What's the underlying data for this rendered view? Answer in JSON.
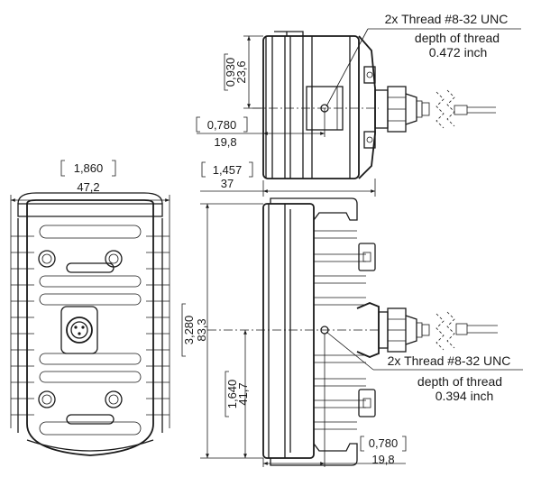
{
  "top_view": {
    "height_in": "0,930",
    "height_mm": "23,6",
    "offset_in": "0,780",
    "offset_mm": "19,8",
    "depth_in": "1,457",
    "depth_mm": "37",
    "note": {
      "line1": "2x Thread #8-32 UNC",
      "line2": "depth of thread",
      "line3": "0.472 inch"
    }
  },
  "front_view": {
    "width_in": "1,860",
    "width_mm": "47,2"
  },
  "side_view": {
    "height_in": "3,280",
    "height_mm": "83,3",
    "half_in": "1,640",
    "half_mm": "41,7",
    "offset_in": "0,780",
    "offset_mm": "19,8",
    "note": {
      "line1": "2x Thread #8-32 UNC",
      "line2": "depth of thread",
      "line3": "0.394 inch"
    }
  },
  "colors": {
    "line": "#1a1a1a",
    "background": "#ffffff"
  }
}
